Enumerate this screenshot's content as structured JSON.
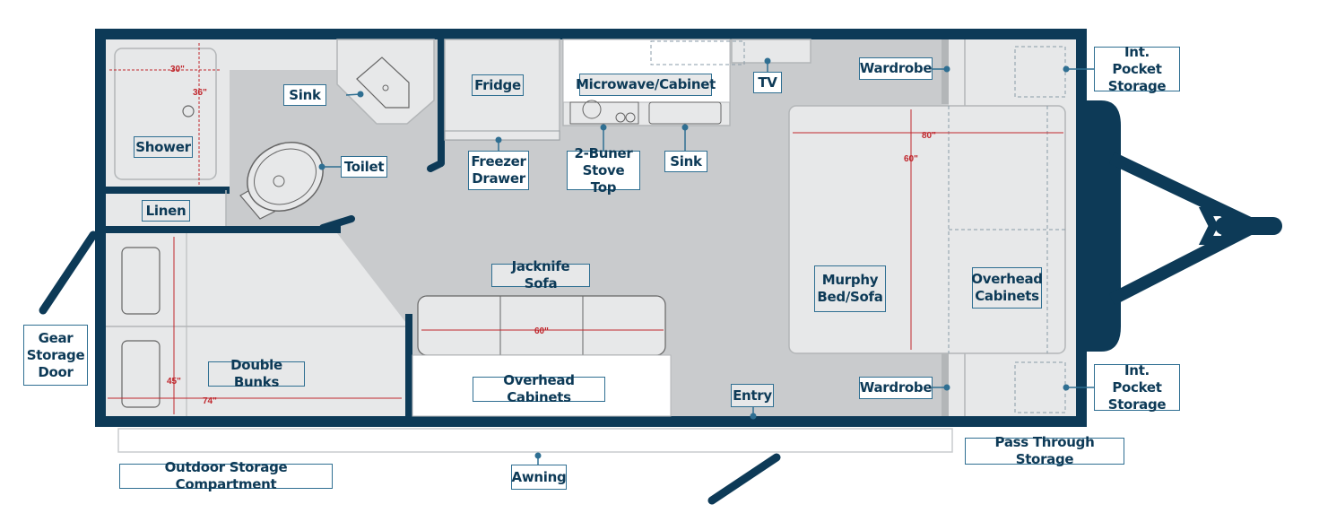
{
  "labels": {
    "shower": "Shower",
    "sink_bath": "Sink",
    "toilet": "Toilet",
    "linen": "Linen",
    "fridge": "Fridge",
    "freezer_drawer": "Freezer\nDrawer",
    "microwave_cabinet": "Microwave/Cabinet",
    "stove_top": "2-Buner\nStove Top",
    "sink_kitchen": "Sink",
    "tv": "TV",
    "wardrobe_top": "Wardrobe",
    "wardrobe_bottom": "Wardrobe",
    "int_pocket_storage_top": "Int. Pocket\nStorage",
    "int_pocket_storage_bottom": "Int. Pocket\nStorage",
    "murphy_bed_sofa": "Murphy\nBed/Sofa",
    "overhead_cabinets_front": "Overhead\nCabinets",
    "jacknife_sofa": "Jacknife Sofa",
    "double_bunks": "Double Bunks",
    "overhead_cabinets_side": "Overhead Cabinets",
    "entry": "Entry",
    "gear_storage_door": "Gear\nStorage\nDoor",
    "outdoor_storage_compartment": "Outdoor Storage Compartment",
    "awning": "Awning",
    "pass_through_storage": "Pass Through Storage"
  },
  "dimensions": {
    "shower_width": "30\"",
    "shower_depth": "36\"",
    "bed_width": "80\"",
    "bed_length": "60\"",
    "sofa_width": "60\"",
    "bunk_width": "45\"",
    "bunk_length": "74\""
  },
  "colors": {
    "wall": "#0d3a57",
    "floor": "#c9cbcd",
    "fixture": "#e7e8e9",
    "dimension": "#c0272d",
    "label_border": "#2f6f92"
  }
}
